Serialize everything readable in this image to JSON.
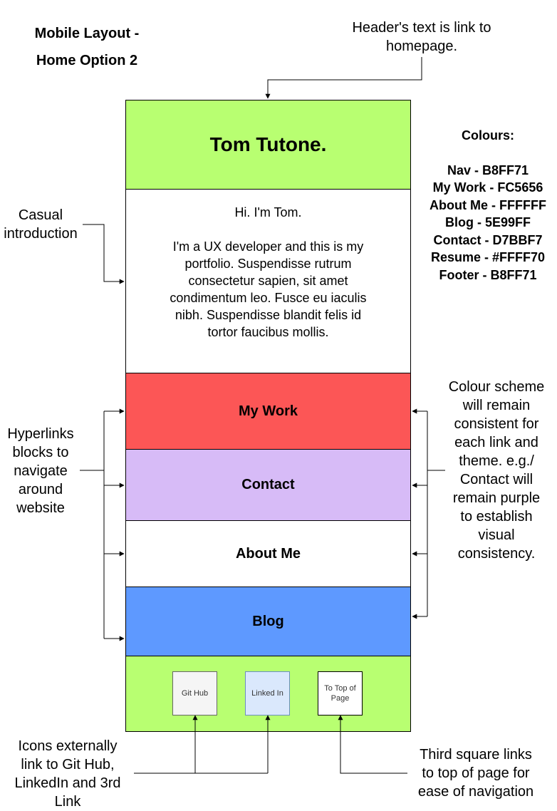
{
  "title": {
    "line1": "Mobile Layout -",
    "line2": "Home Option 2"
  },
  "annotations": {
    "header_note": [
      "Header's text is link to",
      "homepage."
    ],
    "intro_note": [
      "Casual",
      "introduction"
    ],
    "links_note": [
      "Hyperlinks",
      "blocks to",
      "navigate",
      "around",
      "website"
    ],
    "colour_note": [
      "Colour scheme",
      "will remain",
      "consistent for",
      "each link and",
      "theme. e.g./",
      "Contact will",
      "remain purple",
      "to establish",
      "visual",
      "consistency."
    ],
    "icons_note": [
      "Icons externally",
      "link to Git Hub,",
      "LinkedIn and 3rd",
      "Link"
    ],
    "third_note": [
      "Third square links",
      "to top of page for",
      "ease of navigation"
    ]
  },
  "colours": {
    "heading": "Colours:",
    "items": [
      "Nav - B8FF71",
      "My Work - FC5656",
      "About Me - FFFFFF",
      "Blog - 5E99FF",
      "Contact - D7BBF7",
      "Resume - #FFFF70",
      "Footer - B8FF71"
    ]
  },
  "mockup": {
    "header": {
      "brand": "Tom Tutone.",
      "color": "#B8FF71"
    },
    "intro": {
      "greeting": "Hi. I'm Tom.",
      "body": "I'm a UX developer and this is my portfolio. Suspendisse rutrum consectetur sapien, sit amet condimentum leo. Fusce eu iaculis nibh. Suspendisse blandit felis id tortor faucibus mollis."
    },
    "nav": {
      "my_work": {
        "label": "My Work",
        "color": "#FC5656"
      },
      "contact": {
        "label": "Contact",
        "color": "#D7BBF7"
      },
      "about": {
        "label": "About Me",
        "color": "#FFFFFF"
      },
      "blog": {
        "label": "Blog",
        "color": "#5E99FF"
      }
    },
    "footer": {
      "color": "#B8FF71",
      "github": "Git Hub",
      "linkedin": "Linked In",
      "top_of_page": "To Top of Page"
    }
  }
}
